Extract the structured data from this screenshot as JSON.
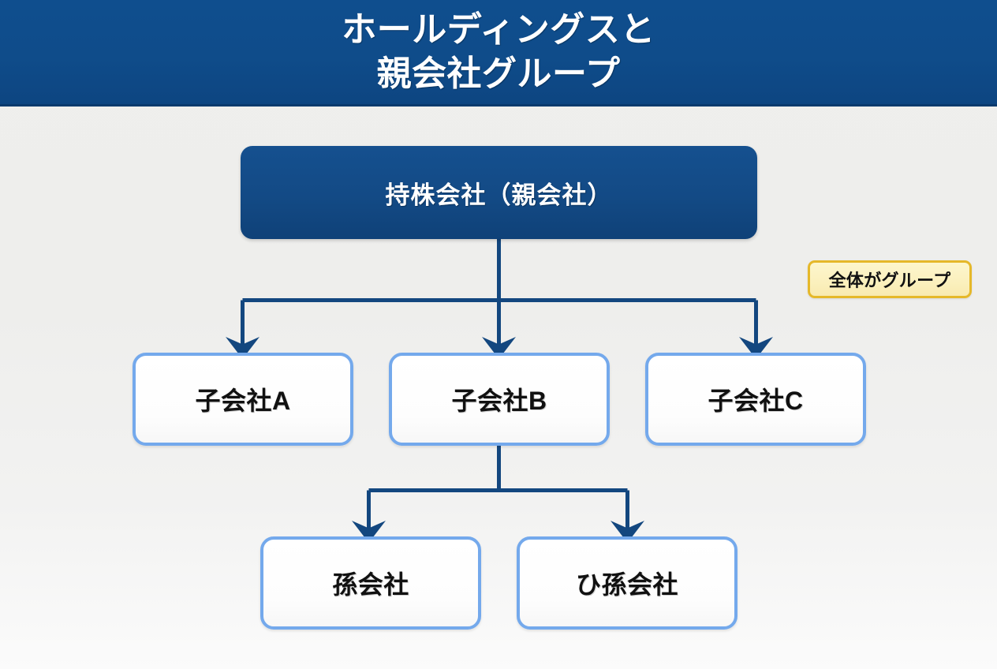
{
  "header": {
    "title_line1": "ホールディングスと",
    "title_line2": "親会社グループ",
    "background_color": "#0f4c8a",
    "text_color": "#ffffff"
  },
  "diagram": {
    "type": "org-hierarchy",
    "background_color": "#eeeeec",
    "connector_color": "#13477f",
    "root": {
      "id": "holding-company",
      "label": "持株会社（親会社）",
      "fill_color": "#134a85",
      "text_color": "#ffffff"
    },
    "level2": [
      {
        "id": "subsidiary-a",
        "label": "子会社A",
        "fill_color": "#ffffff",
        "border_color": "#74a9ec",
        "text_color": "#111111"
      },
      {
        "id": "subsidiary-b",
        "label": "子会社B",
        "fill_color": "#ffffff",
        "border_color": "#74a9ec",
        "text_color": "#111111"
      },
      {
        "id": "subsidiary-c",
        "label": "子会社C",
        "fill_color": "#ffffff",
        "border_color": "#74a9ec",
        "text_color": "#111111"
      }
    ],
    "level3": [
      {
        "id": "grandchild-company",
        "label": "孫会社",
        "fill_color": "#ffffff",
        "border_color": "#74a9ec",
        "text_color": "#111111"
      },
      {
        "id": "great-grandchild-company",
        "label": "ひ孫会社",
        "fill_color": "#ffffff",
        "border_color": "#74a9ec",
        "text_color": "#111111"
      }
    ],
    "edges": [
      {
        "from": "holding-company",
        "to": "subsidiary-a"
      },
      {
        "from": "holding-company",
        "to": "subsidiary-b"
      },
      {
        "from": "holding-company",
        "to": "subsidiary-c"
      },
      {
        "from": "subsidiary-b",
        "to": "grandchild-company"
      },
      {
        "from": "subsidiary-b",
        "to": "great-grandchild-company"
      }
    ],
    "annotation": {
      "id": "group-scope-badge",
      "label": "全体がグループ",
      "fill_color": "#fbf0bd",
      "border_color": "#e5b82a",
      "text_color": "#111111"
    }
  }
}
